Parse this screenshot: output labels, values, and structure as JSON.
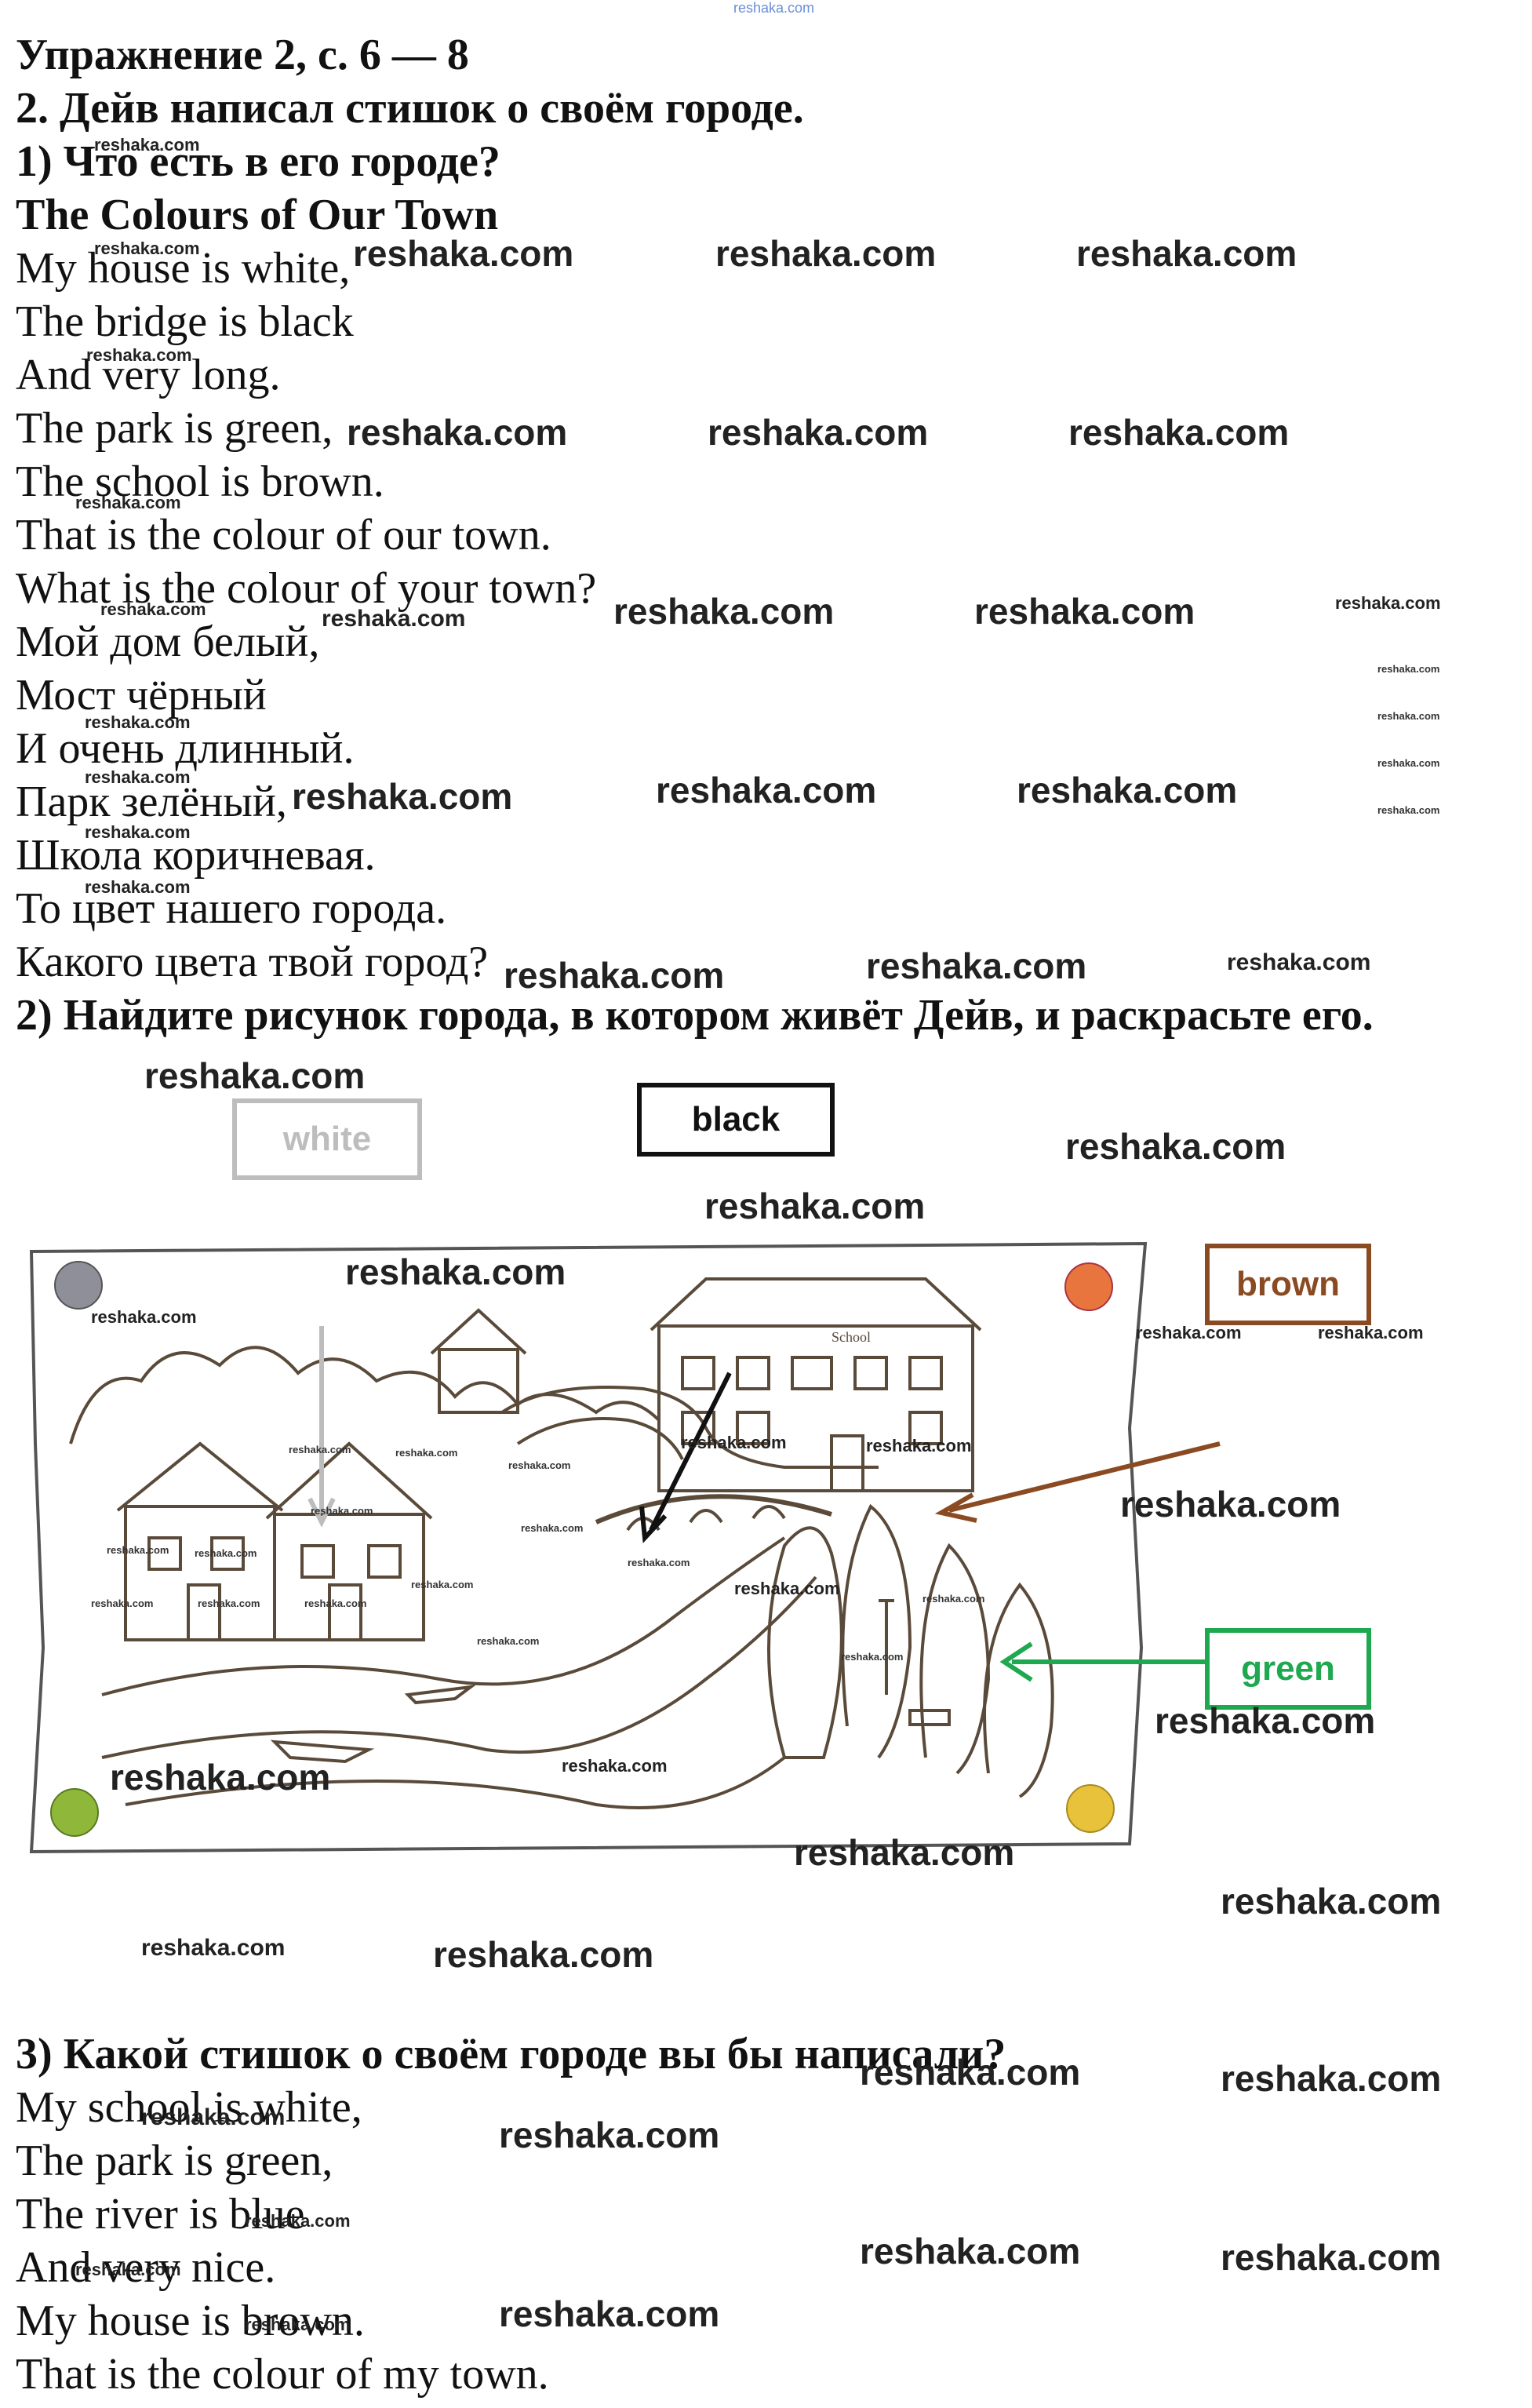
{
  "top_watermark": "reshaka.com",
  "header": {
    "exercise": "Упражнение 2, с. 6 — 8",
    "task": "2. Дейв написал стишок о своём городе.",
    "q1": "1) Что есть в его городе?"
  },
  "poem": {
    "title": "The Colours of Our Town",
    "english": [
      "My house is white,",
      "The bridge is black",
      "And very long.",
      "The park is green,",
      "The school is brown.",
      "That is the colour of our town.",
      "What is the colour of your town?"
    ],
    "russian": [
      "Мой дом белый,",
      "Мост чёрный",
      "И очень длинный.",
      "Парк зелёный,",
      "Школа коричневая.",
      "То цвет нашего города.",
      "Какого цвета твой город?"
    ]
  },
  "q2": "2) Найдите рисунок города, в котором живёт Дейв, и раскрасьте его.",
  "labels": {
    "white": "white",
    "black": "black",
    "brown": "brown",
    "green": "green",
    "school_sign": "School"
  },
  "colors": {
    "white_label": "#bdbdbd",
    "black_label": "#111111",
    "brown_label": "#8a4b22",
    "green_label": "#1ea84f",
    "pin_grey": "#8f8f9a",
    "pin_orange": "#e8753d",
    "pin_green": "#8fb83a",
    "pin_yellow": "#e8c23a"
  },
  "q3": "3) Какой стишок о своём городе вы бы написали?",
  "answer_poem": [
    "My school is white,",
    "The park is green,",
    "The river is blue",
    "And very nice.",
    "My house is brown.",
    "That is the colour of my town."
  ],
  "watermark": "reshaka.com"
}
